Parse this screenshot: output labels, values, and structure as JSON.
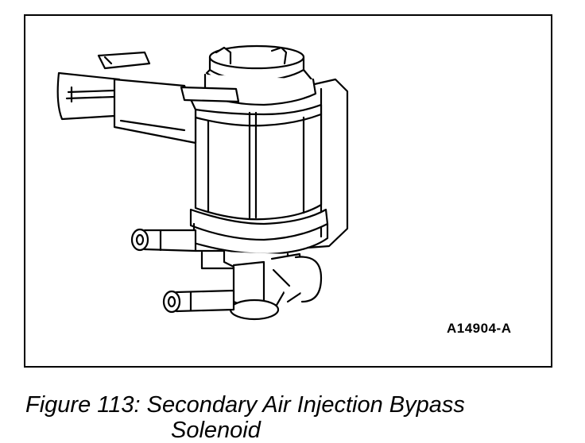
{
  "figure": {
    "part_code": "A14904-A",
    "caption_line1": "Figure 113: Secondary Air Injection Bypass",
    "caption_line2": "Solenoid"
  }
}
